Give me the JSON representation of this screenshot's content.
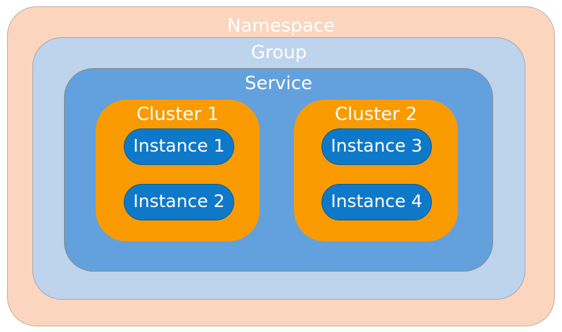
{
  "namespace": {
    "label": "Namespace"
  },
  "group": {
    "label": "Group"
  },
  "service": {
    "label": "Service"
  },
  "clusters": [
    {
      "label": "Cluster 1",
      "instances": [
        {
          "label": "Instance 1"
        },
        {
          "label": "Instance 2"
        }
      ]
    },
    {
      "label": "Cluster 2",
      "instances": [
        {
          "label": "Instance 3"
        },
        {
          "label": "Instance 4"
        }
      ]
    }
  ],
  "colors": {
    "namespace": "#fbd5bd",
    "group": "#bed3ec",
    "service": "#62a1dd",
    "cluster": "#f99b00",
    "instance": "#0f79c9",
    "text": "#ffffff"
  }
}
